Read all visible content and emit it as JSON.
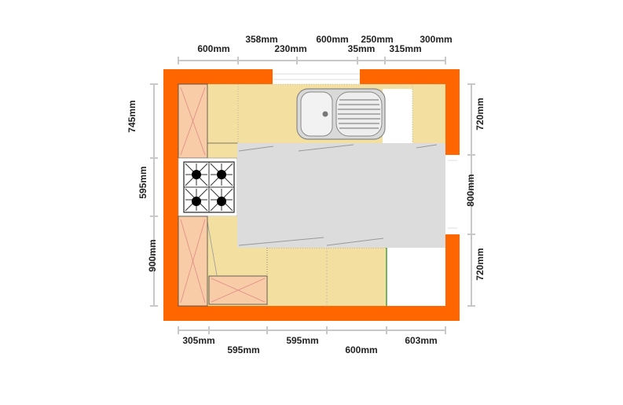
{
  "colors": {
    "wall": "#ff6600",
    "floor": "#ffffff",
    "worktop": "#f3df9f",
    "tall_unit": "#f7cca6",
    "island": "#dcdcdc",
    "dimension": "#c8c8c8",
    "text": "#222222"
  },
  "dimensions": {
    "top_row1": [
      "358mm",
      "600mm",
      "250mm",
      "300mm"
    ],
    "top_row2": [
      "600mm",
      "230mm",
      "35mm",
      "315mm"
    ],
    "bottom_row1": [
      "305mm",
      "595mm",
      "603mm"
    ],
    "bottom_row2": [
      "595mm",
      "600mm"
    ],
    "left": [
      "745mm",
      "595mm",
      "900mm"
    ],
    "right": [
      "720mm",
      "800mm",
      "720mm"
    ]
  },
  "icons": [
    "hob-icon",
    "sink-icon",
    "window-icon",
    "door-icon"
  ]
}
